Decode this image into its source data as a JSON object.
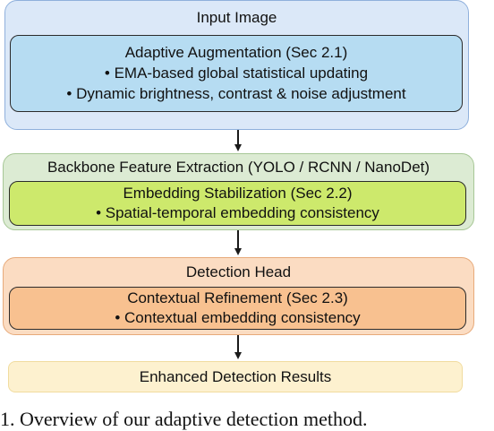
{
  "stages": [
    {
      "title": "Input Image",
      "inner": {
        "lines": [
          "Adaptive Augmentation (Sec 2.1)",
          "• EMA-based global statistical updating",
          "• Dynamic brightness, contrast & noise adjustment"
        ]
      },
      "colors": {
        "outer_fill": "#dbe8f8",
        "outer_border": "#8fb0dc",
        "inner_fill": "#b6dcf2"
      }
    },
    {
      "title": "Backbone Feature Extraction (YOLO / RCNN / NanoDet)",
      "inner": {
        "lines": [
          "Embedding Stabilization (Sec 2.2)",
          "• Spatial-temporal embedding consistency"
        ]
      },
      "colors": {
        "outer_fill": "#dcebd3",
        "outer_border": "#a7c796",
        "inner_fill": "#cde96c"
      }
    },
    {
      "title": "Detection Head",
      "inner": {
        "lines": [
          "Contextual Refinement (Sec 2.3)",
          "• Contextual embedding consistency"
        ]
      },
      "colors": {
        "outer_fill": "#fbdcc2",
        "outer_border": "#e7aa7a",
        "inner_fill": "#f8c190"
      }
    },
    {
      "title": "Enhanced Detection Results",
      "colors": {
        "outer_fill": "#fdf1cf",
        "outer_border": "#f1dc9f"
      }
    }
  ],
  "caption_fragment": "1.   Overview of our adaptive detection method."
}
